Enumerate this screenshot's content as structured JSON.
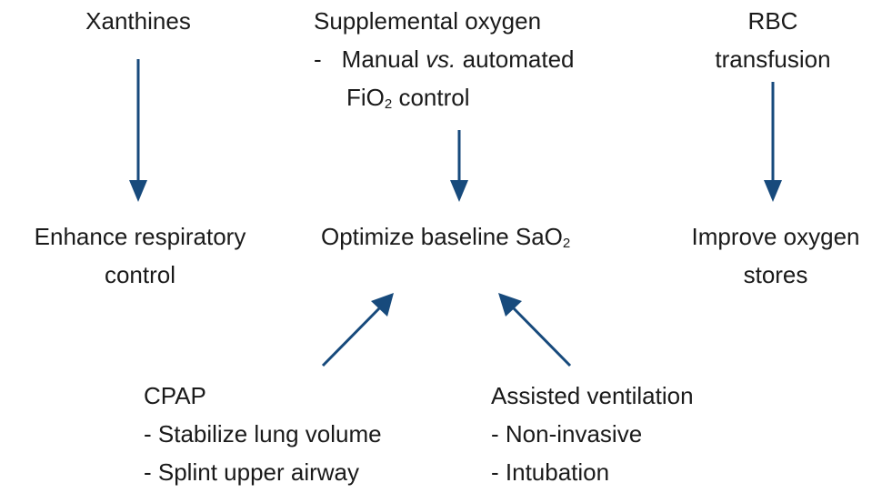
{
  "intervention_xanthines": "Xanthines",
  "intervention_oxygen": {
    "title": "Supplemental oxygen",
    "bullet_dash": "-",
    "bullet_prefix": "Manual ",
    "bullet_vs": "vs.",
    "bullet_after": " automated",
    "line2_prefix": "FiO",
    "line2_sub": "2",
    "line2_suffix": " control"
  },
  "intervention_rbc": {
    "line1": "RBC",
    "line2": "transfusion"
  },
  "outcome_respiratory": {
    "line1": "Enhance respiratory",
    "line2": "control"
  },
  "outcome_sao2": {
    "prefix": "Optimize baseline SaO",
    "sub": "2"
  },
  "outcome_oxygen_stores": {
    "line1": "Improve oxygen",
    "line2": "stores"
  },
  "intervention_cpap": {
    "title": "CPAP",
    "items": [
      "- Stabilize lung volume",
      "- Splint upper airway"
    ]
  },
  "intervention_ventilation": {
    "title": "Assisted ventilation",
    "items": [
      "- Non-invasive",
      "- Intubation"
    ]
  },
  "colors": {
    "arrow": "#174a7c",
    "text": "#1a1a1a"
  }
}
